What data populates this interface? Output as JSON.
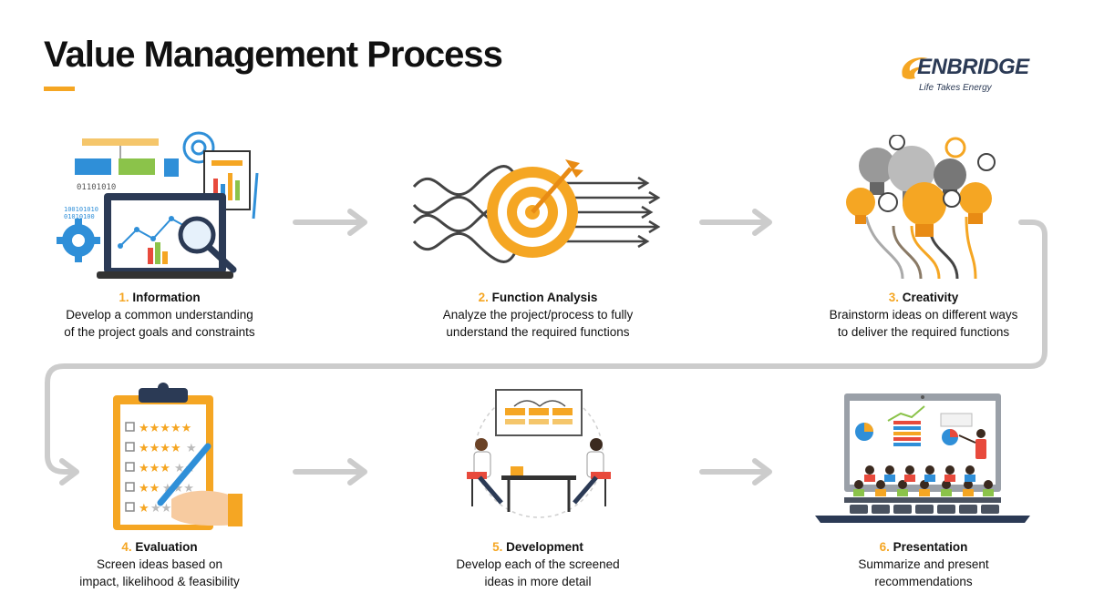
{
  "header": {
    "title": "Value Management Process",
    "accent_color": "#f5a623"
  },
  "logo": {
    "name": "ENBRIDGE",
    "tagline": "Life Takes Energy"
  },
  "colors": {
    "accent": "#f5a623",
    "arrow": "#cccccc",
    "navy": "#2b3a55",
    "blue": "#2f8fd8"
  },
  "steps": [
    {
      "num": "1.",
      "title": "Information",
      "line1": "Develop a common understanding",
      "line2": "of the project goals and constraints",
      "icon": "laptop-data-analysis-icon"
    },
    {
      "num": "2.",
      "title": "Function Analysis",
      "line1": "Analyze the project/process to fully",
      "line2": "understand the required functions",
      "icon": "target-arrow-icon"
    },
    {
      "num": "3.",
      "title": "Creativity",
      "line1": "Brainstorm ideas on different ways",
      "line2": "to deliver the required functions",
      "icon": "lightbulbs-icon"
    },
    {
      "num": "4.",
      "title": "Evaluation",
      "line1": "Screen ideas based on",
      "line2": "impact, likelihood & feasibility",
      "icon": "clipboard-rating-icon"
    },
    {
      "num": "5.",
      "title": "Development",
      "line1": "Develop each of the screened",
      "line2": "ideas in more detail",
      "icon": "meeting-icon"
    },
    {
      "num": "6.",
      "title": "Presentation",
      "line1": "Summarize and present",
      "line2": "recommendations",
      "icon": "presentation-screen-icon"
    }
  ],
  "illustration_text": {
    "binary1": "01101010",
    "binary2": "100101010",
    "binary3": "01010100"
  }
}
